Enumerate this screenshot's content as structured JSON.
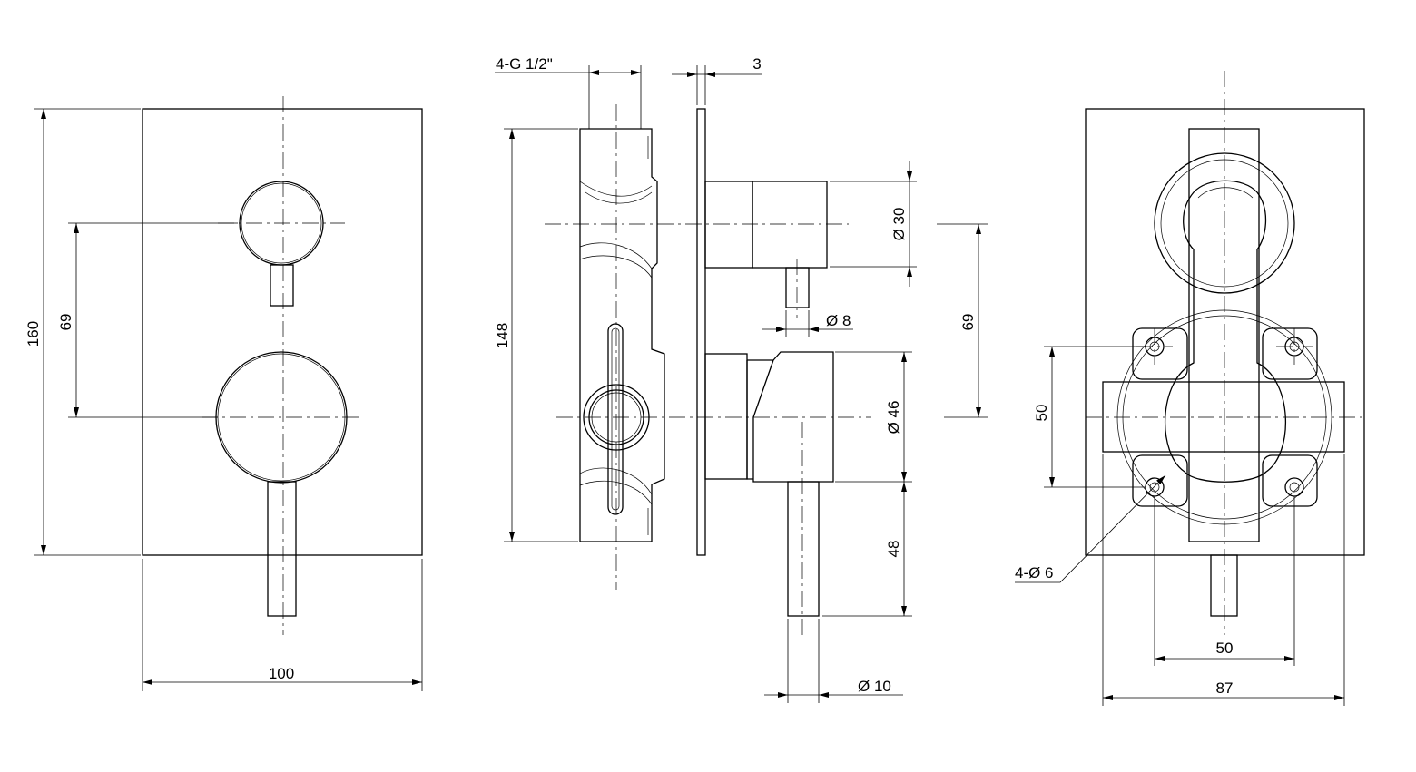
{
  "front_view": {
    "width_label": "100",
    "height_label": "160",
    "spacing_label": "69"
  },
  "side_view": {
    "inlets_label": "4-G 1/2\"",
    "plate_label": "3",
    "body_label": "148",
    "upper_dia_label": "Ø 30",
    "stem_dia_label": "Ø 8",
    "lower_dia_label": "Ø 46",
    "lever_len_label": "48",
    "lever_dia_label": "Ø 10",
    "spacing_label": "69"
  },
  "rear_view": {
    "hole_vspacing_label": "50",
    "holes_label": "4-Ø 6",
    "hole_hspacing_label": "50",
    "width_label": "87"
  }
}
